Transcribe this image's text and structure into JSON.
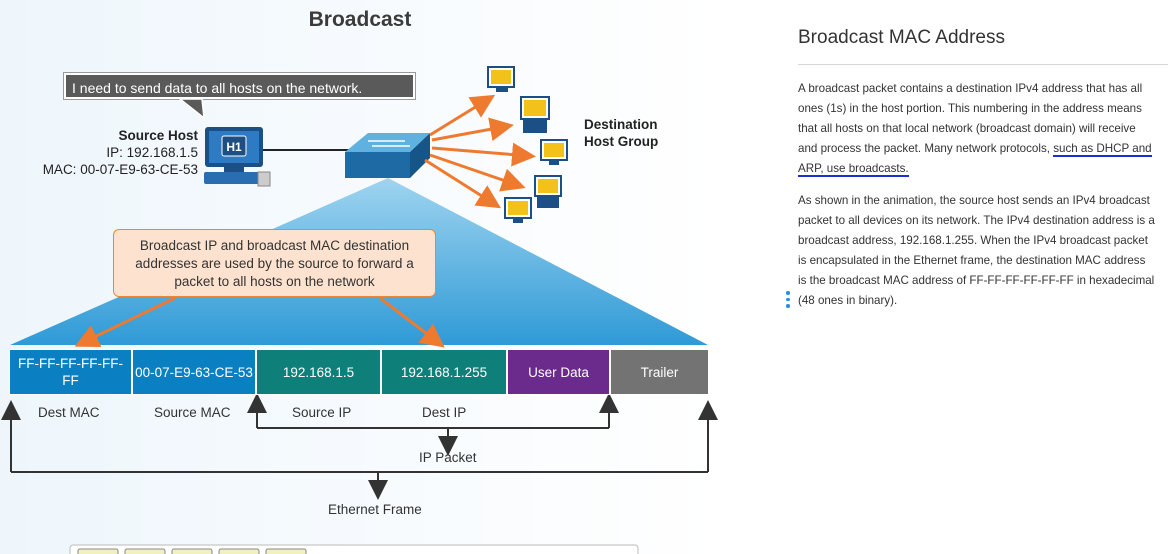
{
  "diagram": {
    "title": "Broadcast",
    "speech_bubble": "I need to send data to all hosts on the network.",
    "source_host": {
      "label": "Source Host",
      "ip": "IP: 192.168.1.5",
      "mac": "MAC: 00-07-E9-63-CE-53",
      "screen_label": "H1"
    },
    "destination_group": {
      "line1": "Destination",
      "line2": "Host Group"
    },
    "callout": "Broadcast IP and broadcast MAC destination addresses are used by the source to forward a packet to all hosts on the network",
    "frame_fields": [
      {
        "text": "FF-FF-FF-FF-FF-FF",
        "color": "#0a7fc1"
      },
      {
        "text": "00-07-E9-63-CE-53",
        "color": "#0a7fc1"
      },
      {
        "text": "192.168.1.5",
        "color": "#0e8079"
      },
      {
        "text": "192.168.1.255",
        "color": "#0e8079"
      },
      {
        "text": "User Data",
        "color": "#6a2b8c"
      },
      {
        "text": "Trailer",
        "color": "#737373"
      }
    ],
    "field_labels": {
      "dest_mac": "Dest MAC",
      "source_mac": "Source MAC",
      "source_ip": "Source IP",
      "dest_ip": "Dest IP"
    },
    "ip_packet_label": "IP Packet",
    "ethernet_frame_label": "Ethernet Frame",
    "colors": {
      "arrow_orange": "#ee7a2f",
      "pyramid_blue": "#41a9de",
      "dark_line": "#333333"
    }
  },
  "panel": {
    "title": "Broadcast MAC Address",
    "paragraph1_main": "A broadcast packet contains a destination IPv4 address that has all ones (1s) in the host portion. This numbering in the address means that all hosts on that local network (broadcast domain) will receive and process the packet. Many network protocols,",
    "paragraph1_underlined": "such as DHCP and ARP, use broadcasts.",
    "paragraph2": "As shown in the animation, the source host sends an IPv4 broadcast packet to all devices on its network. The IPv4 destination address is a broadcast address, 192.168.1.255. When the IPv4 broadcast packet is encapsulated in the Ethernet frame, the destination MAC address is the broadcast MAC address of FF-FF-FF-FF-FF-FF in hexadecimal (48 ones in binary)."
  }
}
